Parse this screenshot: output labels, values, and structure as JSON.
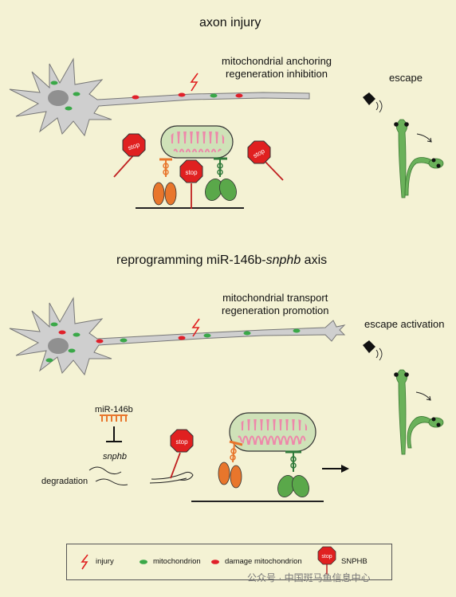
{
  "top": {
    "title": "axon injury",
    "note_line1": "mitochondrial anchoring",
    "note_line2": "regeneration inhibition",
    "behavior": "escape",
    "stop_label": "stop"
  },
  "bottom": {
    "title_pre": "reprogramming miR-146b-",
    "title_italic": "snphb",
    "title_post": " axis",
    "note_line1": "mitochondrial transport",
    "note_line2": "regeneration promotion",
    "behavior": "escape activation",
    "mirna": "miR-146b",
    "gene": "snphb",
    "degradation": "degradation",
    "stop_label": "stop"
  },
  "legend": {
    "injury": "injury",
    "mitochondrion": "mitochondrion",
    "damage": "damage mitochondrion",
    "snphb": "SNPHB",
    "stop_label": "stop"
  },
  "watermark": "公众号 · 中国斑马鱼信息中心",
  "colors": {
    "background": "#f4f2d4",
    "neuron": "#cfcfcf",
    "mito_healthy": "#3aa848",
    "mito_damaged": "#e0202a",
    "stop_sign": "#e02020",
    "anchor_orange": "#e8762c",
    "anchor_green": "#5aa84a",
    "fish": "#6ab15a"
  }
}
